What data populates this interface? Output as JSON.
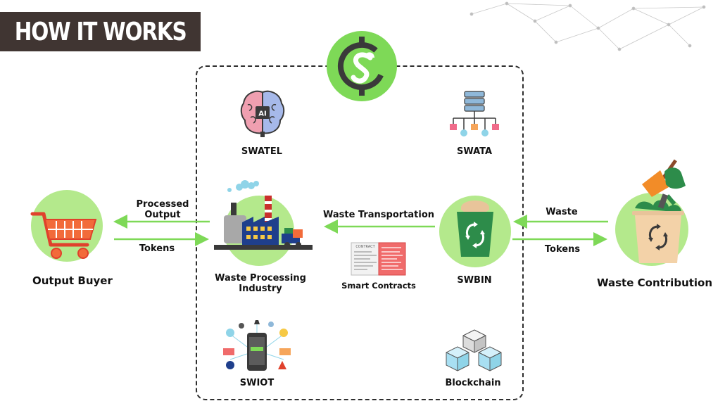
{
  "banner": {
    "title": "HOW IT WORKS"
  },
  "nodes": {
    "output_buyer": "Output Buyer",
    "waste_processing": "Waste Processing\nIndustry",
    "waste_contribution": "Waste Contribution",
    "swbin": "SWBIN",
    "swatel": "SWATEL",
    "swata": "SWATA",
    "swiot": "SWIOT",
    "blockchain": "Blockchain",
    "smart_contracts": "Smart Contracts"
  },
  "flows": {
    "processed_output": "Processed\nOutput",
    "tokens_left": "Tokens",
    "waste_transportation": "Waste Transportation",
    "waste": "Waste",
    "tokens_right": "Tokens"
  },
  "icon_text": {
    "ai_chip": "AI",
    "contract": "CONTRACT"
  },
  "colors": {
    "accent_green": "#7ed957",
    "circle_green": "#b4e98c",
    "banner_bg": "#403532"
  }
}
